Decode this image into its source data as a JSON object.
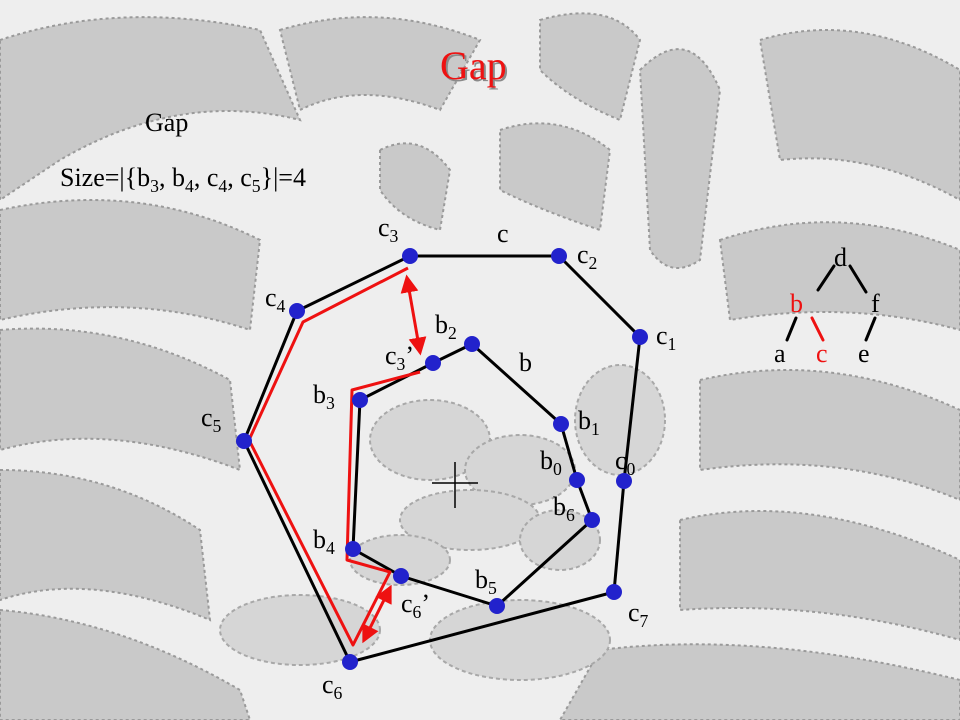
{
  "slide": {
    "title": "Gap",
    "subtitle": "Gap",
    "size_prefix": "Size=|{",
    "size_items": [
      {
        "base": "b",
        "sub": "3",
        "sep": ", "
      },
      {
        "base": "b",
        "sub": "4",
        "sep": ", "
      },
      {
        "base": "c",
        "sub": "4",
        "sep": ", "
      },
      {
        "base": "c",
        "sub": "5",
        "sep": ""
      }
    ],
    "size_suffix": "}|=4"
  },
  "colors": {
    "title": "#ee1111",
    "polygon": "#000000",
    "vertex": "#2222cc",
    "highlight": "#ee1111"
  },
  "polygon_c": {
    "name": "c",
    "vertices": [
      {
        "id": "c0",
        "base": "c",
        "sub": "0",
        "prime": ""
      },
      {
        "id": "c1",
        "base": "c",
        "sub": "1",
        "prime": ""
      },
      {
        "id": "c2",
        "base": "c",
        "sub": "2",
        "prime": ""
      },
      {
        "id": "c3",
        "base": "c",
        "sub": "3",
        "prime": ""
      },
      {
        "id": "c4",
        "base": "c",
        "sub": "4",
        "prime": ""
      },
      {
        "id": "c5",
        "base": "c",
        "sub": "5",
        "prime": ""
      },
      {
        "id": "c6",
        "base": "c",
        "sub": "6",
        "prime": ""
      },
      {
        "id": "c7",
        "base": "c",
        "sub": "7",
        "prime": ""
      }
    ]
  },
  "polygon_b": {
    "name": "b",
    "vertices": [
      {
        "id": "b0",
        "base": "b",
        "sub": "0",
        "prime": ""
      },
      {
        "id": "b1",
        "base": "b",
        "sub": "1",
        "prime": ""
      },
      {
        "id": "b2",
        "base": "b",
        "sub": "2",
        "prime": ""
      },
      {
        "id": "c3p",
        "base": "c",
        "sub": "3",
        "prime": "’"
      },
      {
        "id": "b3",
        "base": "b",
        "sub": "3",
        "prime": ""
      },
      {
        "id": "b4",
        "base": "b",
        "sub": "4",
        "prime": ""
      },
      {
        "id": "c6p",
        "base": "c",
        "sub": "6",
        "prime": "’"
      },
      {
        "id": "b5",
        "base": "b",
        "sub": "5",
        "prime": ""
      },
      {
        "id": "b6",
        "base": "b",
        "sub": "6",
        "prime": ""
      }
    ]
  },
  "tree": {
    "nodes": [
      {
        "id": "d",
        "label": "d",
        "highlight": false
      },
      {
        "id": "b",
        "label": "b",
        "highlight": true
      },
      {
        "id": "f",
        "label": "f",
        "highlight": false
      },
      {
        "id": "a",
        "label": "a",
        "highlight": false
      },
      {
        "id": "c",
        "label": "c",
        "highlight": true
      },
      {
        "id": "e",
        "label": "e",
        "highlight": false
      }
    ],
    "edges": [
      {
        "from": "d",
        "to": "b",
        "highlight": false
      },
      {
        "from": "d",
        "to": "f",
        "highlight": false
      },
      {
        "from": "b",
        "to": "a",
        "highlight": false
      },
      {
        "from": "b",
        "to": "c",
        "highlight": true
      },
      {
        "from": "f",
        "to": "e",
        "highlight": false
      }
    ]
  }
}
